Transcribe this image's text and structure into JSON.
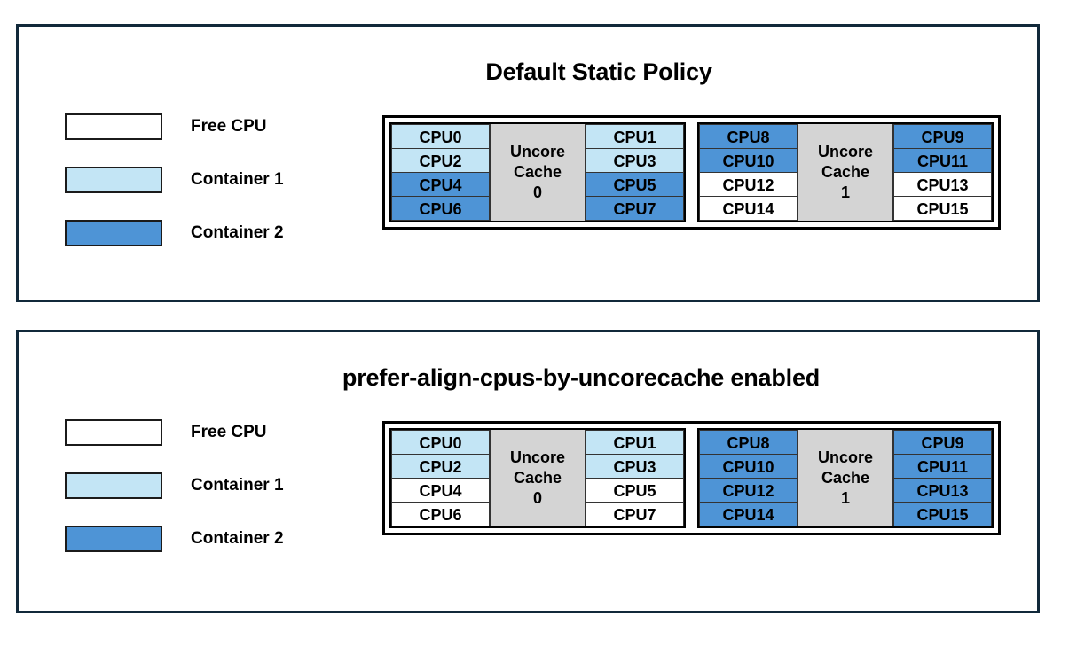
{
  "legend": {
    "items": [
      {
        "label": "Free CPU",
        "state": "free",
        "color": "#ffffff"
      },
      {
        "label": "Container 1",
        "state": "container1",
        "color": "#c3e5f5"
      },
      {
        "label": "Container 2",
        "state": "container2",
        "color": "#4e94d6"
      }
    ]
  },
  "panels": [
    {
      "title": "Default Static Policy",
      "cache_groups": [
        {
          "cache_label_line1": "Uncore",
          "cache_label_line2": "Cache",
          "cache_label_line3": "0",
          "left_column": [
            {
              "label": "CPU0",
              "state": "container1"
            },
            {
              "label": "CPU2",
              "state": "container1"
            },
            {
              "label": "CPU4",
              "state": "container2"
            },
            {
              "label": "CPU6",
              "state": "container2"
            }
          ],
          "right_column": [
            {
              "label": "CPU1",
              "state": "container1"
            },
            {
              "label": "CPU3",
              "state": "container1"
            },
            {
              "label": "CPU5",
              "state": "container2"
            },
            {
              "label": "CPU7",
              "state": "container2"
            }
          ]
        },
        {
          "cache_label_line1": "Uncore",
          "cache_label_line2": "Cache",
          "cache_label_line3": "1",
          "left_column": [
            {
              "label": "CPU8",
              "state": "container2"
            },
            {
              "label": "CPU10",
              "state": "container2"
            },
            {
              "label": "CPU12",
              "state": "free"
            },
            {
              "label": "CPU14",
              "state": "free"
            }
          ],
          "right_column": [
            {
              "label": "CPU9",
              "state": "container2"
            },
            {
              "label": "CPU11",
              "state": "container2"
            },
            {
              "label": "CPU13",
              "state": "free"
            },
            {
              "label": "CPU15",
              "state": "free"
            }
          ]
        }
      ]
    },
    {
      "title": "prefer-align-cpus-by-uncorecache enabled",
      "cache_groups": [
        {
          "cache_label_line1": "Uncore",
          "cache_label_line2": "Cache",
          "cache_label_line3": "0",
          "left_column": [
            {
              "label": "CPU0",
              "state": "container1"
            },
            {
              "label": "CPU2",
              "state": "container1"
            },
            {
              "label": "CPU4",
              "state": "free"
            },
            {
              "label": "CPU6",
              "state": "free"
            }
          ],
          "right_column": [
            {
              "label": "CPU1",
              "state": "container1"
            },
            {
              "label": "CPU3",
              "state": "container1"
            },
            {
              "label": "CPU5",
              "state": "free"
            },
            {
              "label": "CPU7",
              "state": "free"
            }
          ]
        },
        {
          "cache_label_line1": "Uncore",
          "cache_label_line2": "Cache",
          "cache_label_line3": "1",
          "left_column": [
            {
              "label": "CPU8",
              "state": "container2"
            },
            {
              "label": "CPU10",
              "state": "container2"
            },
            {
              "label": "CPU12",
              "state": "container2"
            },
            {
              "label": "CPU14",
              "state": "container2"
            }
          ],
          "right_column": [
            {
              "label": "CPU9",
              "state": "container2"
            },
            {
              "label": "CPU11",
              "state": "container2"
            },
            {
              "label": "CPU13",
              "state": "container2"
            },
            {
              "label": "CPU15",
              "state": "container2"
            }
          ]
        }
      ]
    }
  ]
}
